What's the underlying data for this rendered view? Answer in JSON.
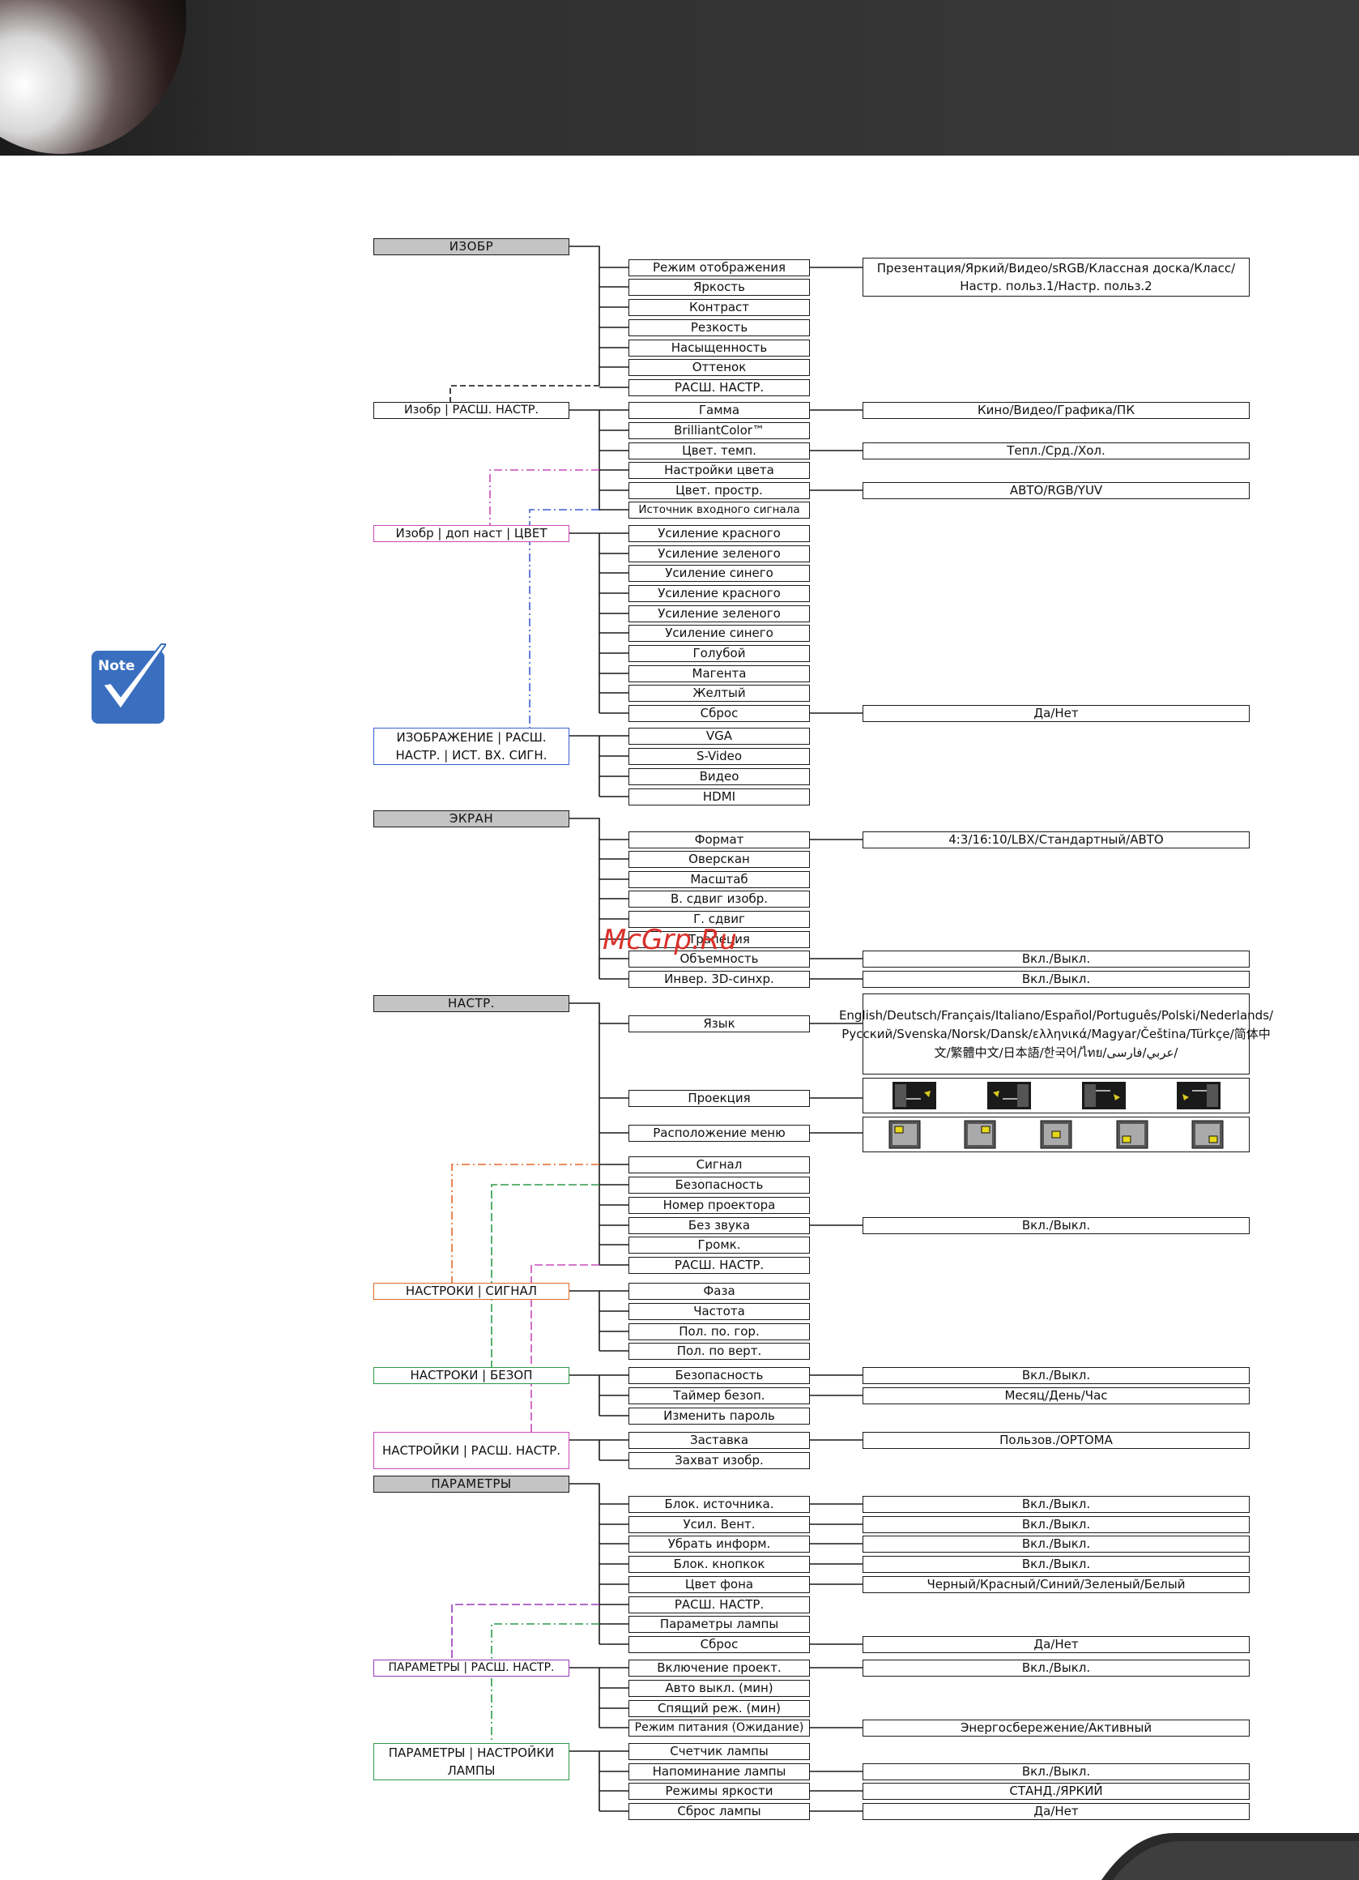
{
  "note_label": "Note",
  "watermark": "McGrp.Ru",
  "tree": {
    "image": {
      "header": "ИЗОБР",
      "items": [
        "Режим отображения",
        "Яркость",
        "Контраст",
        "Резкость",
        "Насыщенность",
        "Оттенок",
        "РАСШ. НАСТР."
      ],
      "display_mode_values": "Презентация/Яркий/Видео/sRGB/Классная доска/Класс/Настр. польз.1/Настр. польз.2"
    },
    "image_adv": {
      "header": "Изобр | РАСШ. НАСТР.",
      "items": [
        "Гамма",
        "BrilliantColor™",
        "Цвет. темп.",
        "Настройки цвета",
        "Цвет. простр.",
        "Источник входного сигнала"
      ],
      "gamma_values": "Кино/Видео/Графика/ПК",
      "color_temp_values": "Тепл./Срд./Хол.",
      "color_space_values": "АВТО/RGB/YUV"
    },
    "image_color": {
      "header": "Изобр | доп наст | ЦВЕТ",
      "items": [
        "Усиление красного",
        "Усиление зеленого",
        "Усиление синего",
        "Усиление красного",
        "Усиление зеленого",
        "Усиление синего",
        "Голубой",
        "Магента",
        "Желтый",
        "Сброс"
      ],
      "reset_values": "Да/Нет"
    },
    "image_input": {
      "header": "ИЗОБРАЖЕНИЕ | РАСШ. НАСТР. | ИСТ. ВХ. СИГН.",
      "items": [
        "VGA",
        "S-Video",
        "Видео",
        "HDMI"
      ]
    },
    "screen": {
      "header": "ЭКРАН",
      "items": [
        "Формат",
        "Оверскан",
        "Масштаб",
        "В. сдвиг изобр.",
        "Г. сдвиг",
        "Трапеция",
        "Объемность",
        "Инвер. 3D-синхр."
      ],
      "format_values": "4:3/16:10/LBX/Стандартный/АВТО",
      "depth_values": "Вкл./Выкл.",
      "invert_values": "Вкл./Выкл."
    },
    "setup": {
      "header": "НАСТР.",
      "items": [
        "Язык",
        "Проекция",
        "Расположение меню",
        "Сигнал",
        "Безопасность",
        "Номер проектора",
        "Без звука",
        "Громк.",
        "РАСШ. НАСТР."
      ],
      "language_values": "English/Deutsch/Français/Italiano/Español/Português/Polski/Nederlands/Русский/Svenska/Norsk/Dansk/ελληνικά/Magyar/Čeština/Türkçe/简体中文/繁體中文/日本語/한국어/ไทย/عربي/فارسی/",
      "mute_values": "Вкл./Выкл."
    },
    "setup_signal": {
      "header": "НАСТРОКИ | СИГНАЛ",
      "items": [
        "Фаза",
        "Частота",
        "Пол. по. гор.",
        "Пол. по верт."
      ]
    },
    "setup_security": {
      "header": "НАСТРОКИ | БЕЗОП",
      "items": [
        "Безопасность",
        "Таймер безоп.",
        "Изменить пароль"
      ],
      "security_values": "Вкл./Выкл.",
      "timer_values": "Месяц/День/Час"
    },
    "setup_adv": {
      "header": "НАСТРОЙКИ | РАСШ. НАСТР.",
      "items": [
        "Заставка",
        "Захват изобр."
      ],
      "logo_values": "Пользов./OPTOMA"
    },
    "options": {
      "header": "ПАРАМЕТРЫ",
      "items": [
        "Блок. источника.",
        "Усил. Вент.",
        "Убрать информ.",
        "Блок. кнопкок",
        "Цвет фона",
        "РАСШ. НАСТР.",
        "Параметры лампы",
        "Сброс"
      ],
      "values": [
        "Вкл./Выкл.",
        "Вкл./Выкл.",
        "Вкл./Выкл.",
        "Вкл./Выкл.",
        "Черный/Красный/Синий/Зеленый/Белый",
        "",
        "",
        "Да/Нет"
      ]
    },
    "options_adv": {
      "header": "ПАРАМЕТРЫ | РАСШ. НАСТР.",
      "items": [
        "Включение проект.",
        "Авто выкл. (мин)",
        "Спящий реж. (мин)",
        "Режим питания (Ожидание)"
      ],
      "direct_power_values": "Вкл./Выкл.",
      "power_mode_values": "Энергосбережение/Активный"
    },
    "options_lamp": {
      "header": "ПАРАМЕТРЫ | НАСТРОЙКИ ЛАМПЫ",
      "items": [
        "Счетчик лампы",
        "Напоминание лампы",
        "Режимы яркости",
        "Сброс лампы"
      ],
      "values": [
        "",
        "Вкл./Выкл.",
        "СТАНД./ЯРКИЙ",
        "Да/Нет"
      ]
    }
  },
  "colors": {
    "header_fill": "#c4c4c4",
    "pink": "#c84ab8",
    "blue": "#3a5fcf",
    "orange": "#e06a2a",
    "green": "#2e9a4a",
    "purple": "#9a3ab8",
    "note_blue": "#3a6fc0"
  }
}
